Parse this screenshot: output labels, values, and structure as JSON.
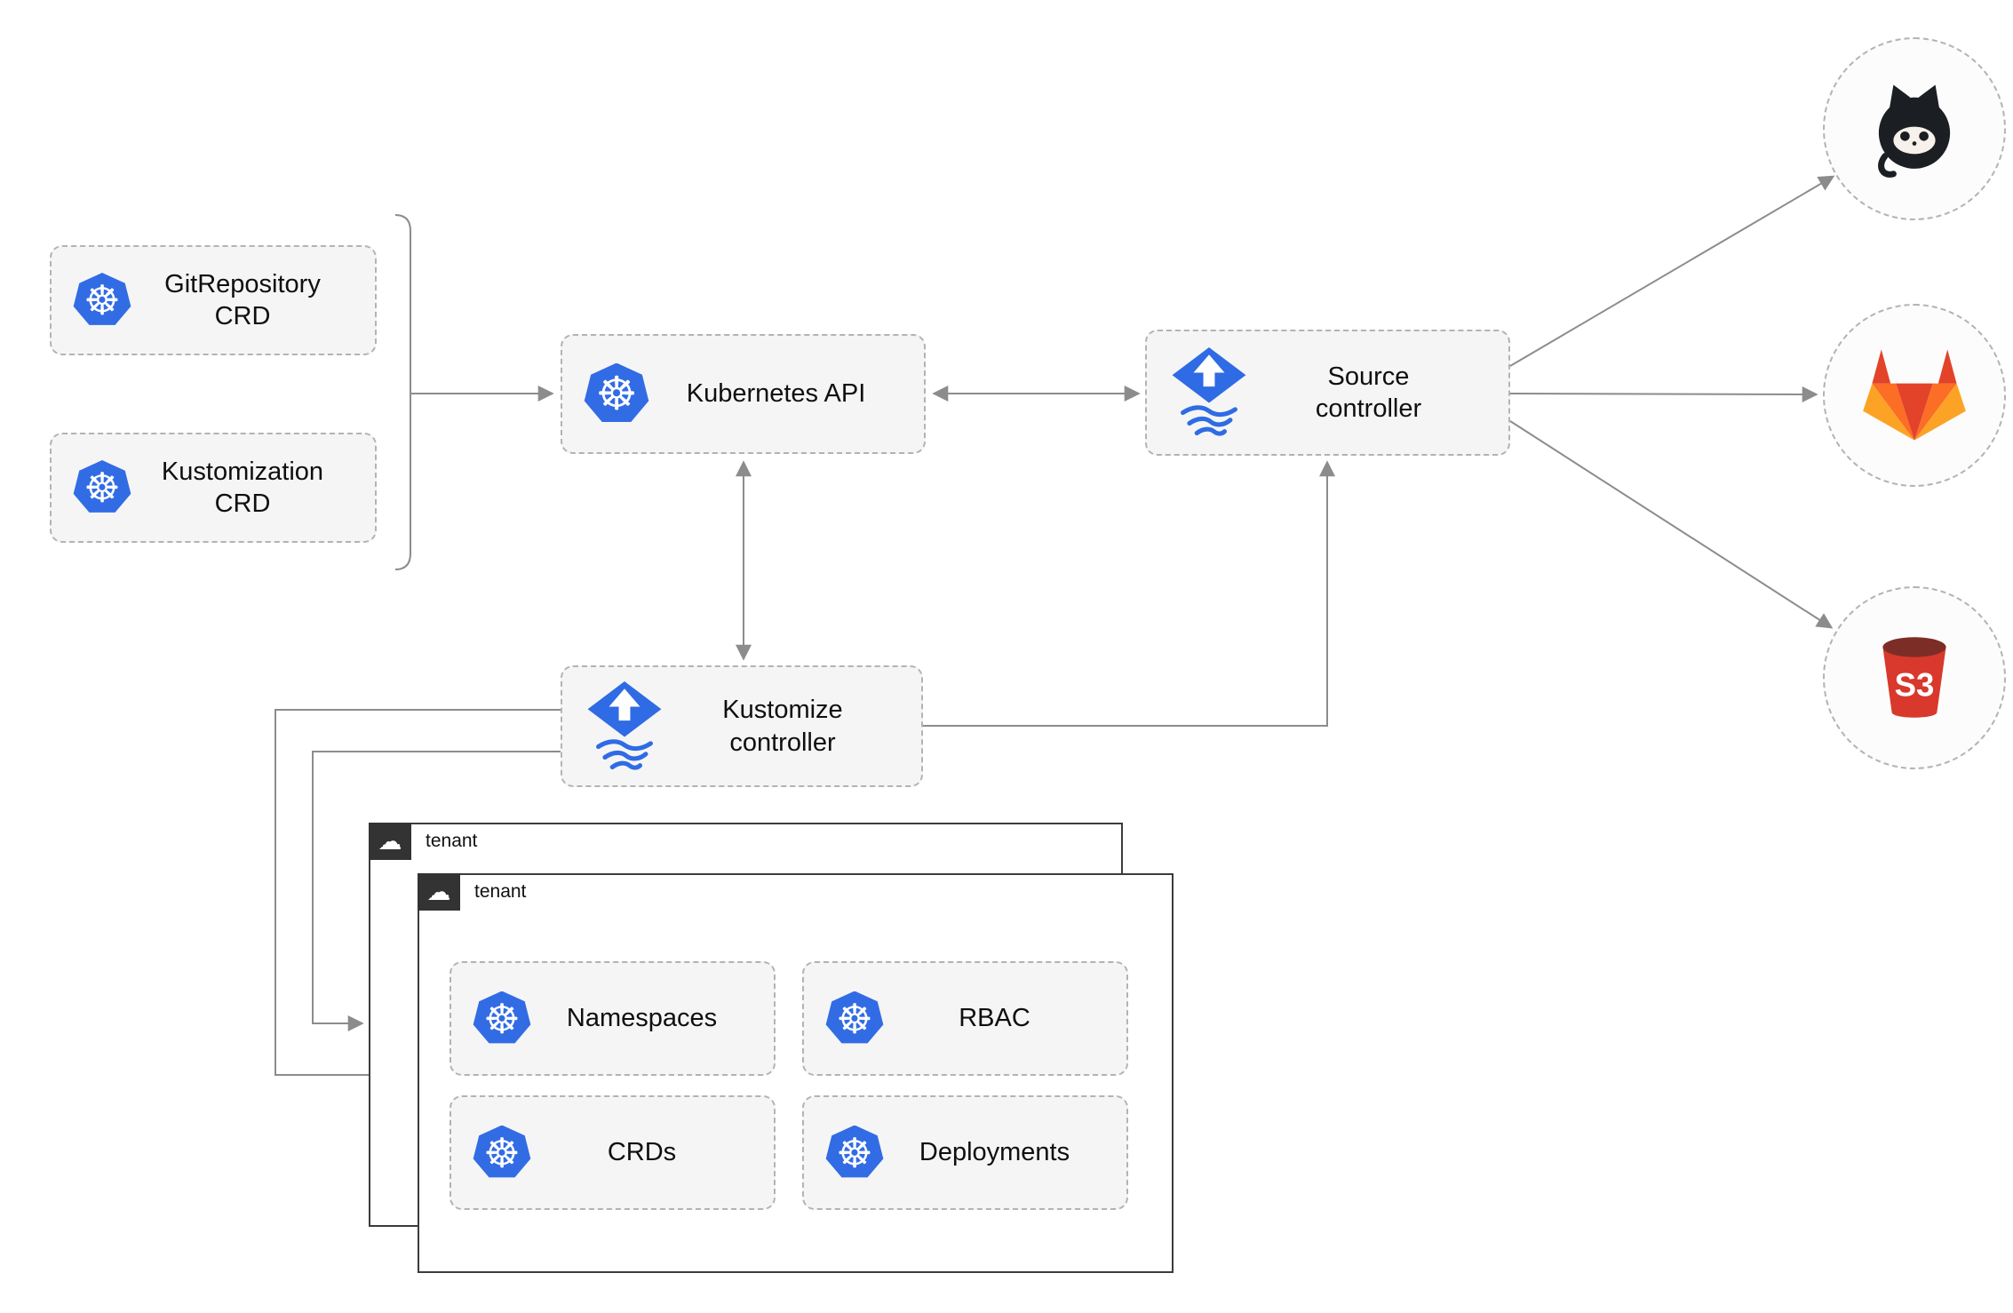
{
  "diagram": {
    "nodes": {
      "gitrepo_crd": {
        "label": "GitRepository\nCRD"
      },
      "kustomization_crd": {
        "label": "Kustomization\nCRD"
      },
      "k8s_api": {
        "label": "Kubernetes API"
      },
      "source_controller": {
        "label": "Source\ncontroller"
      },
      "kustomize_controller": {
        "label": "Kustomize\ncontroller"
      },
      "tenant_back": {
        "label": "tenant"
      },
      "tenant_front": {
        "label": "tenant"
      },
      "namespaces": {
        "label": "Namespaces"
      },
      "rbac": {
        "label": "RBAC"
      },
      "crds": {
        "label": "CRDs"
      },
      "deployments": {
        "label": "Deployments"
      }
    },
    "external": {
      "github": {
        "icon": "github-octocat"
      },
      "gitlab": {
        "icon": "gitlab-tanuki"
      },
      "s3": {
        "icon": "s3-bucket",
        "label": "S3"
      }
    },
    "icons": {
      "kubernetes": "kubernetes-wheel",
      "flux": "flux-diamond-arrow-waves",
      "tenant": "cloud"
    },
    "colors": {
      "kubernetes_blue": "#326ce5",
      "flux_blue": "#2f6be4",
      "github_dark": "#1b1f23",
      "gitlab_red": "#e24329",
      "gitlab_orange": "#fc6d26",
      "gitlab_yellow": "#fca326",
      "s3_red": "#d9382c",
      "s3_dark_red": "#7b2d26",
      "box_fill": "#f5f5f5",
      "connector_gray": "#8c8c8c"
    }
  }
}
